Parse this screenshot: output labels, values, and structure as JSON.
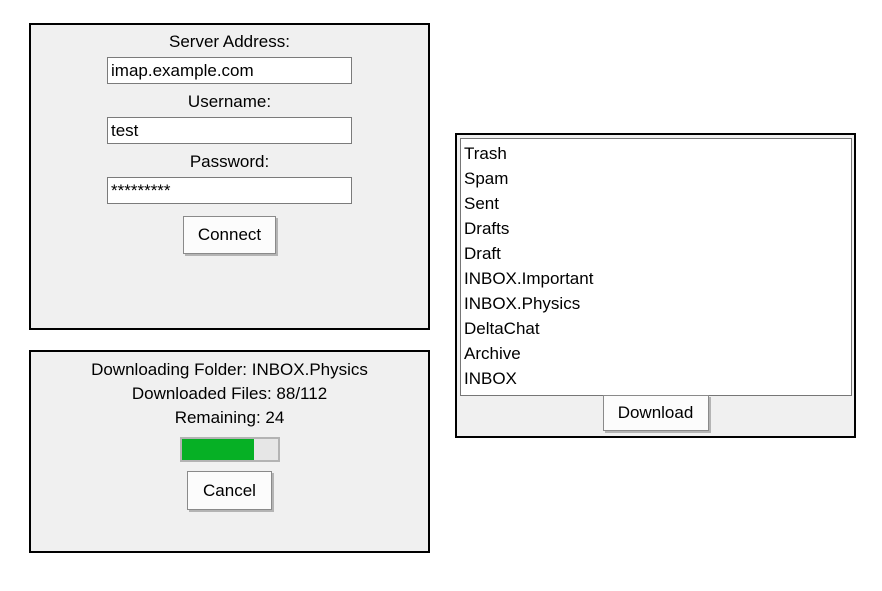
{
  "connect_panel": {
    "server_label": "Server Address:",
    "server_value": "imap.example.com",
    "username_label": "Username:",
    "username_value": "test",
    "password_label": "Password:",
    "password_value": "*********",
    "connect_button": "Connect"
  },
  "download_panel": {
    "folder_status": "Downloading Folder: INBOX.Physics",
    "files_status": "Downloaded Files: 88/112",
    "remaining_status": "Remaining: 24",
    "downloaded_files": 88,
    "total_files": 112,
    "remaining": 24,
    "progress_percent": 76,
    "cancel_button": "Cancel"
  },
  "folders_panel": {
    "folders": [
      "Trash",
      "Spam",
      "Sent",
      "Drafts",
      "Draft",
      "INBOX.Important",
      "INBOX.Physics",
      "DeltaChat",
      "Archive",
      "INBOX"
    ],
    "download_button": "Download"
  },
  "colors": {
    "panel_background": "#f0f0f0",
    "panel_border": "#000000",
    "progress_fill_green": "#06b025",
    "progress_track": "#e6e6e6"
  }
}
